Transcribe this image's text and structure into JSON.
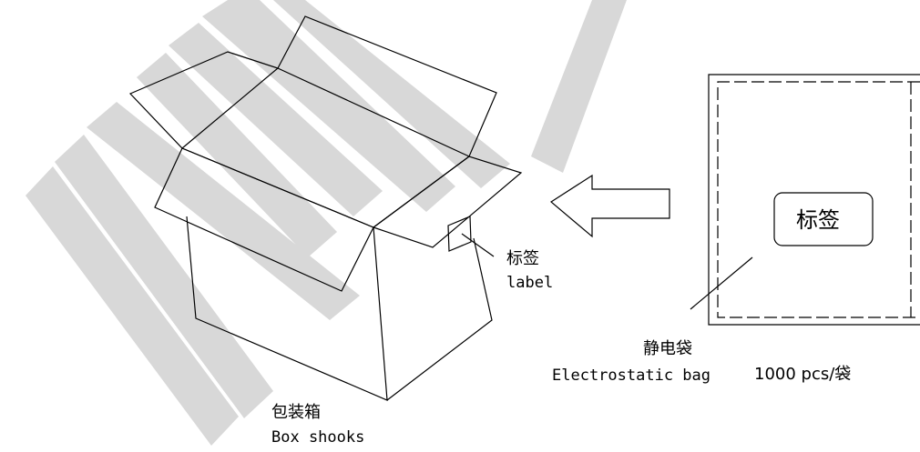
{
  "box": {
    "label_cn": "包装箱",
    "label_en": "Box shooks"
  },
  "box_label": {
    "label_cn": "标签",
    "label_en": "label"
  },
  "bag": {
    "label_cn": "静电袋",
    "label_en": "Electrostatic bag",
    "quantity": "1000 pcs/袋",
    "tag_text": "标签"
  },
  "watermark": {
    "text": "NEW"
  },
  "colors": {
    "line": "#000000",
    "watermark": "#d8d8d8",
    "background": "#ffffff"
  }
}
